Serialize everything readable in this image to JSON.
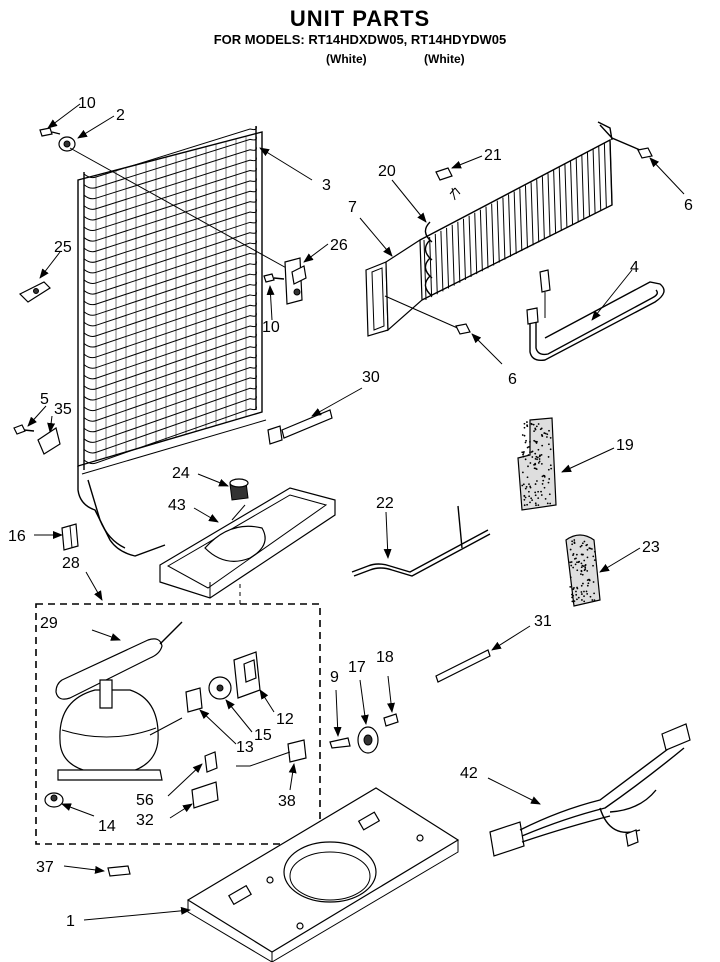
{
  "header": {
    "title": "UNIT PARTS",
    "models": "FOR MODELS: RT14HDXDW05, RT14HDYDW05",
    "color_a": "(White)",
    "color_b": "(White)"
  },
  "callouts": {
    "p1": "1",
    "p2": "2",
    "p3": "3",
    "p4": "4",
    "p5": "5",
    "p6a": "6",
    "p6b": "6",
    "p7": "7",
    "p9": "9",
    "p10a": "10",
    "p10b": "10",
    "p12": "12",
    "p13": "13",
    "p14": "14",
    "p15": "15",
    "p16": "16",
    "p17": "17",
    "p18": "18",
    "p19": "19",
    "p20": "20",
    "p21": "21",
    "p22": "22",
    "p23": "23",
    "p24": "24",
    "p25": "25",
    "p26": "26",
    "p28": "28",
    "p29": "29",
    "p30": "30",
    "p31": "31",
    "p32": "32",
    "p35": "35",
    "p37": "37",
    "p38": "38",
    "p42": "42",
    "p43": "43",
    "p56": "56"
  }
}
